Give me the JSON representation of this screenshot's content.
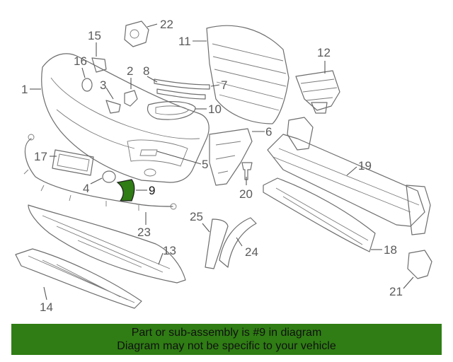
{
  "banner": {
    "line1": "Part or sub-assembly is #9 in diagram",
    "line2": "Diagram may not be specific to your vehicle"
  },
  "highlight_color": "#2f7d14",
  "callouts": {
    "c1": "1",
    "c2": "2",
    "c3": "3",
    "c4": "4",
    "c5": "5",
    "c6": "6",
    "c7": "7",
    "c8": "8",
    "c9": "9",
    "c10": "10",
    "c11": "11",
    "c12": "12",
    "c13": "13",
    "c14": "14",
    "c15": "15",
    "c16": "16",
    "c17": "17",
    "c18": "18",
    "c19": "19",
    "c20": "20",
    "c21": "21",
    "c22": "22",
    "c23": "23",
    "c24": "24",
    "c25": "25"
  }
}
